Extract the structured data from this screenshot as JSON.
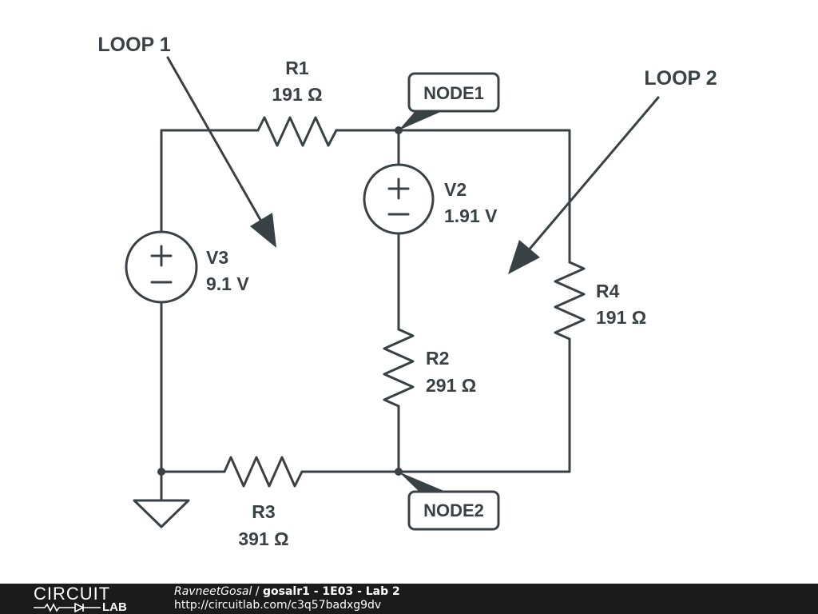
{
  "diagram": {
    "loops": [
      {
        "label": "LOOP 1"
      },
      {
        "label": "LOOP 2"
      }
    ],
    "components": {
      "R1": {
        "name": "R1",
        "value": "191 Ω"
      },
      "R2": {
        "name": "R2",
        "value": "291 Ω"
      },
      "R3": {
        "name": "R3",
        "value": "391 Ω"
      },
      "R4": {
        "name": "R4",
        "value": "191 Ω"
      },
      "V2": {
        "name": "V2",
        "value": "1.91 V"
      },
      "V3": {
        "name": "V3",
        "value": "9.1 V"
      }
    },
    "nodes": [
      {
        "label": "NODE1"
      },
      {
        "label": "NODE2"
      }
    ],
    "source_signs": {
      "plus": "+",
      "minus": "−"
    }
  },
  "footer": {
    "logo_top": "CIRCUIT",
    "logo_bottom": "LAB",
    "author": "RavneetGosal",
    "separator": " / ",
    "title": "gosalr1 - 1E03 - Lab 2",
    "url": "http://circuitlab.com/c3q57badxg9dv"
  },
  "colors": {
    "ink": "#3a4145",
    "footer_bg": "#1b1b1b",
    "footer_text": "#ffffff"
  }
}
